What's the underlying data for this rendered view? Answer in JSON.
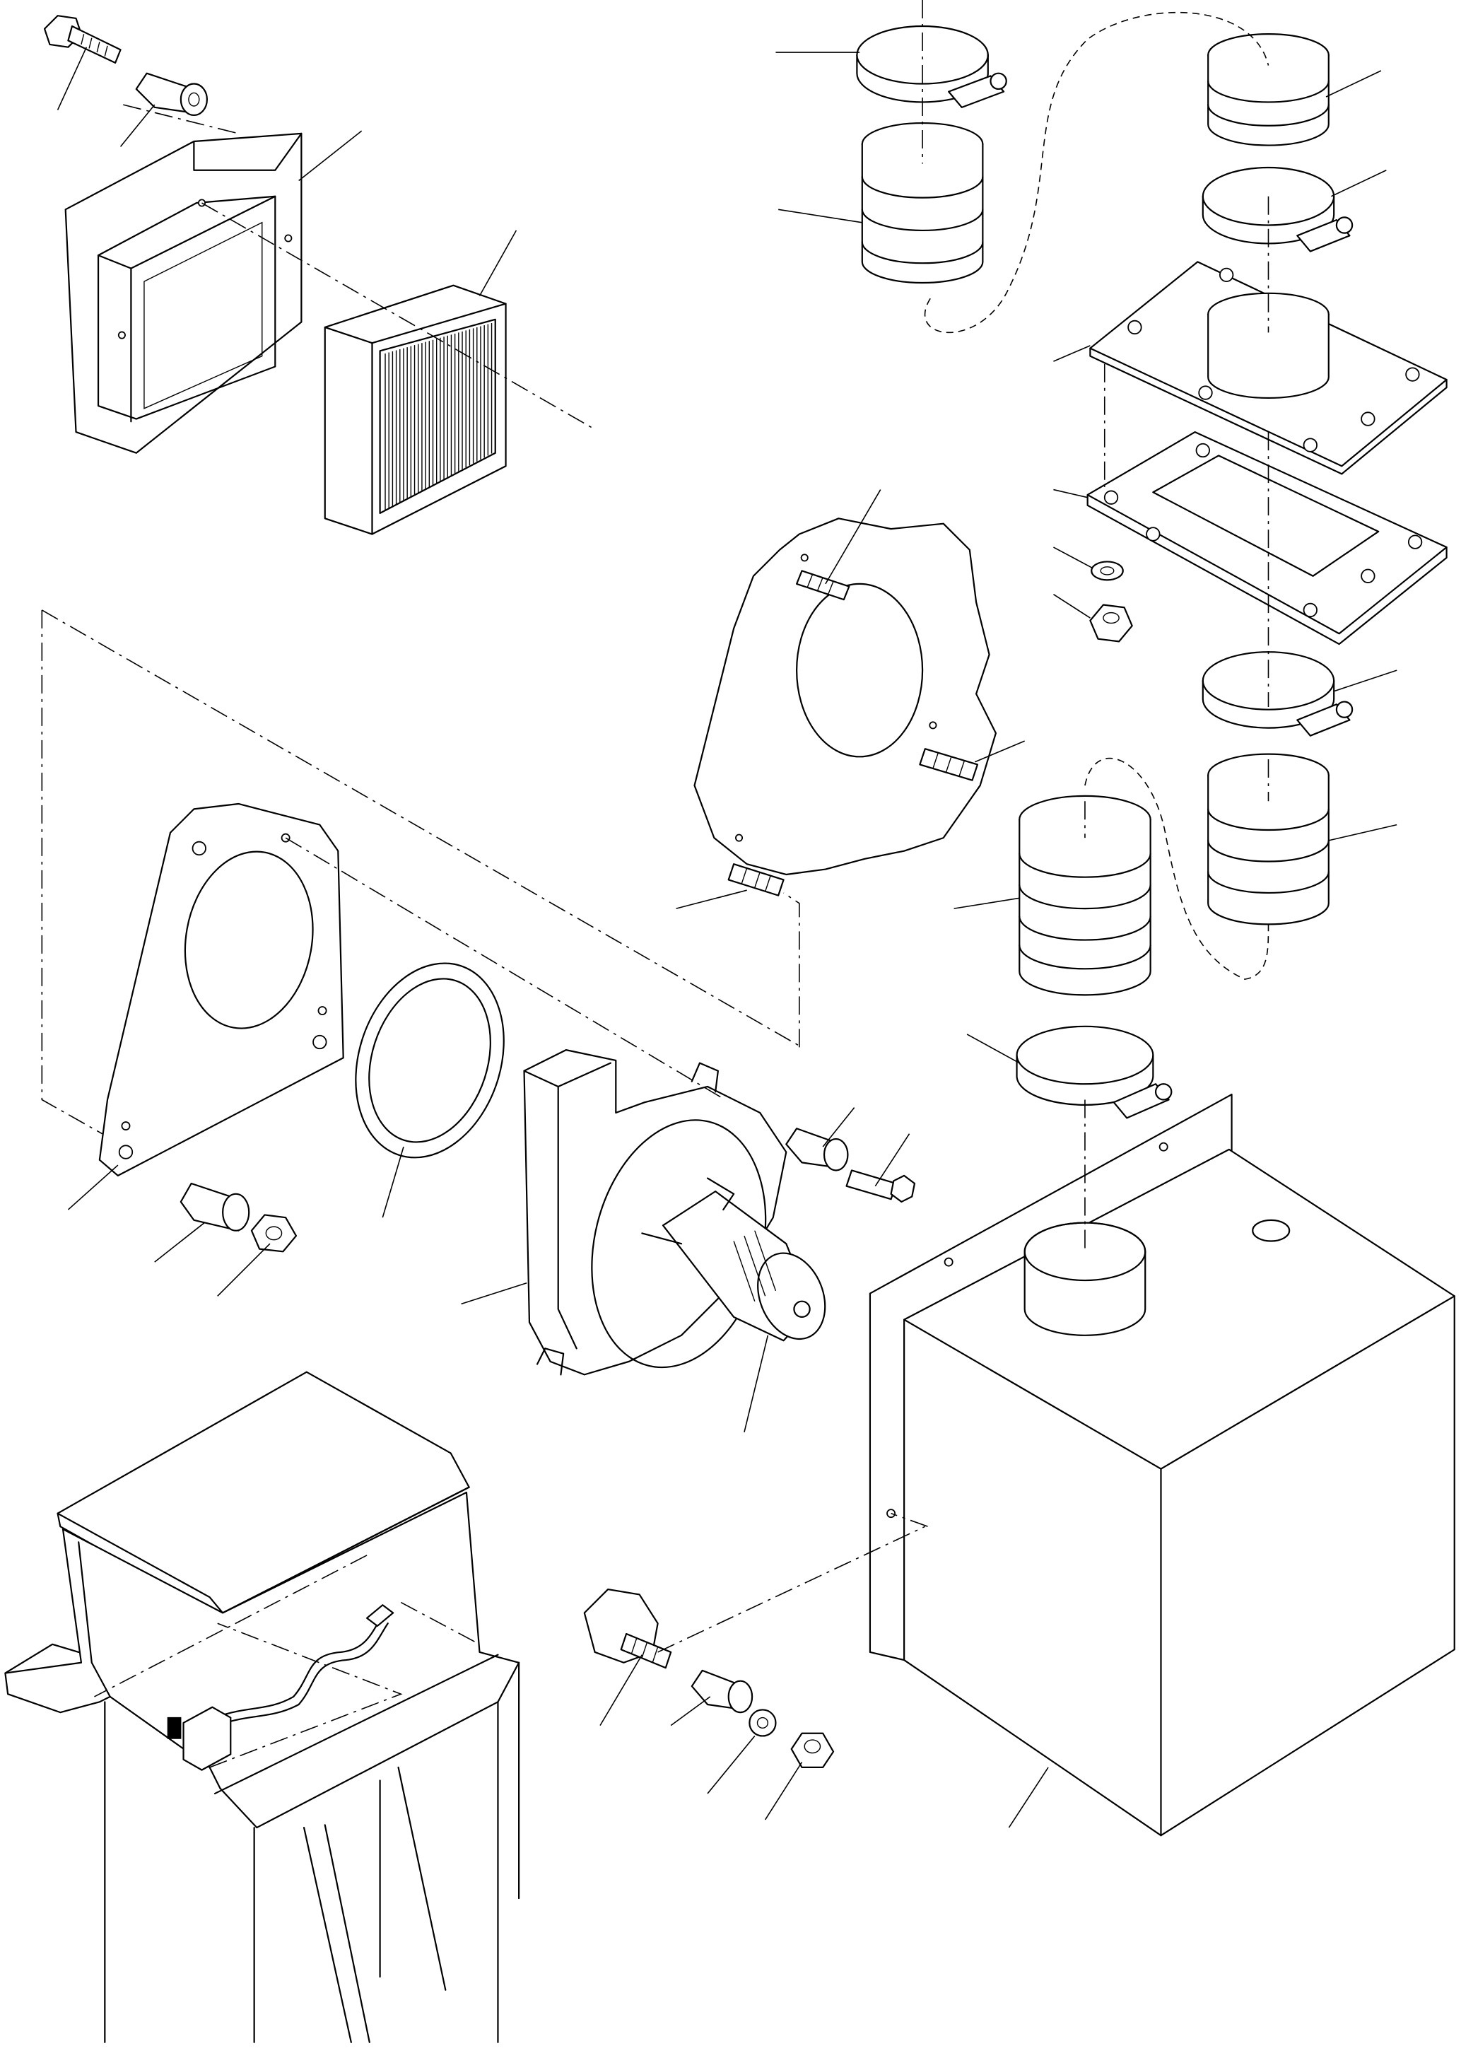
{
  "diagram": {
    "type": "exploded-parts-view",
    "labels": [],
    "parts": [
      "bolt",
      "spacer",
      "filter-housing",
      "air-filter",
      "hose-clamp",
      "bellows-hose",
      "mounting-flange",
      "gasket",
      "washer",
      "nut",
      "mounting-plate",
      "stud",
      "blower-gasket",
      "blower-fan",
      "fan-motor",
      "heater-box",
      "duct-pipe",
      "knob",
      "cab-console",
      "wire-harness",
      "connector"
    ]
  }
}
